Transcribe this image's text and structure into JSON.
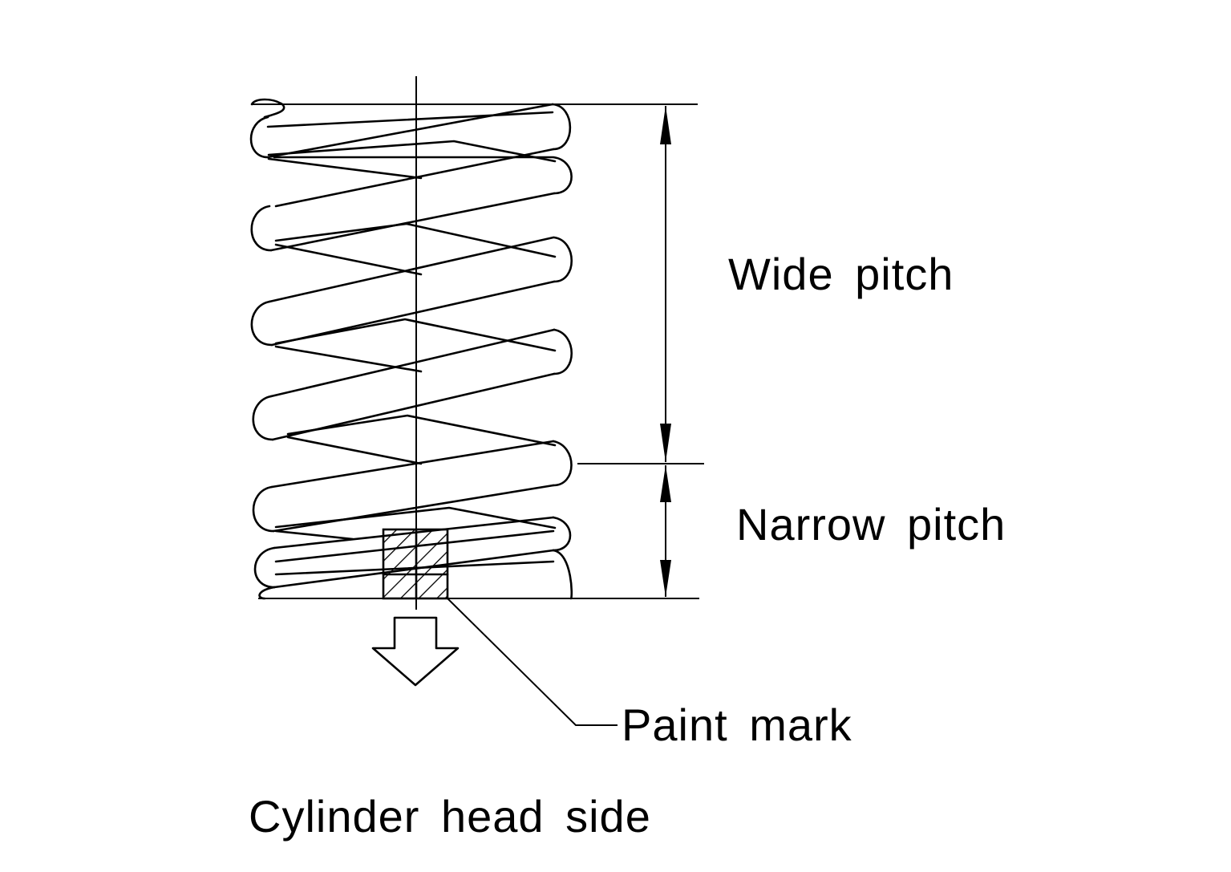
{
  "labels": {
    "wide_pitch": "Wide pitch",
    "narrow_pitch": "Narrow pitch",
    "paint_mark": "Paint mark",
    "cylinder_head_side": "Cylinder head side"
  },
  "colors": {
    "ink": "#000000",
    "background": "#ffffff"
  }
}
